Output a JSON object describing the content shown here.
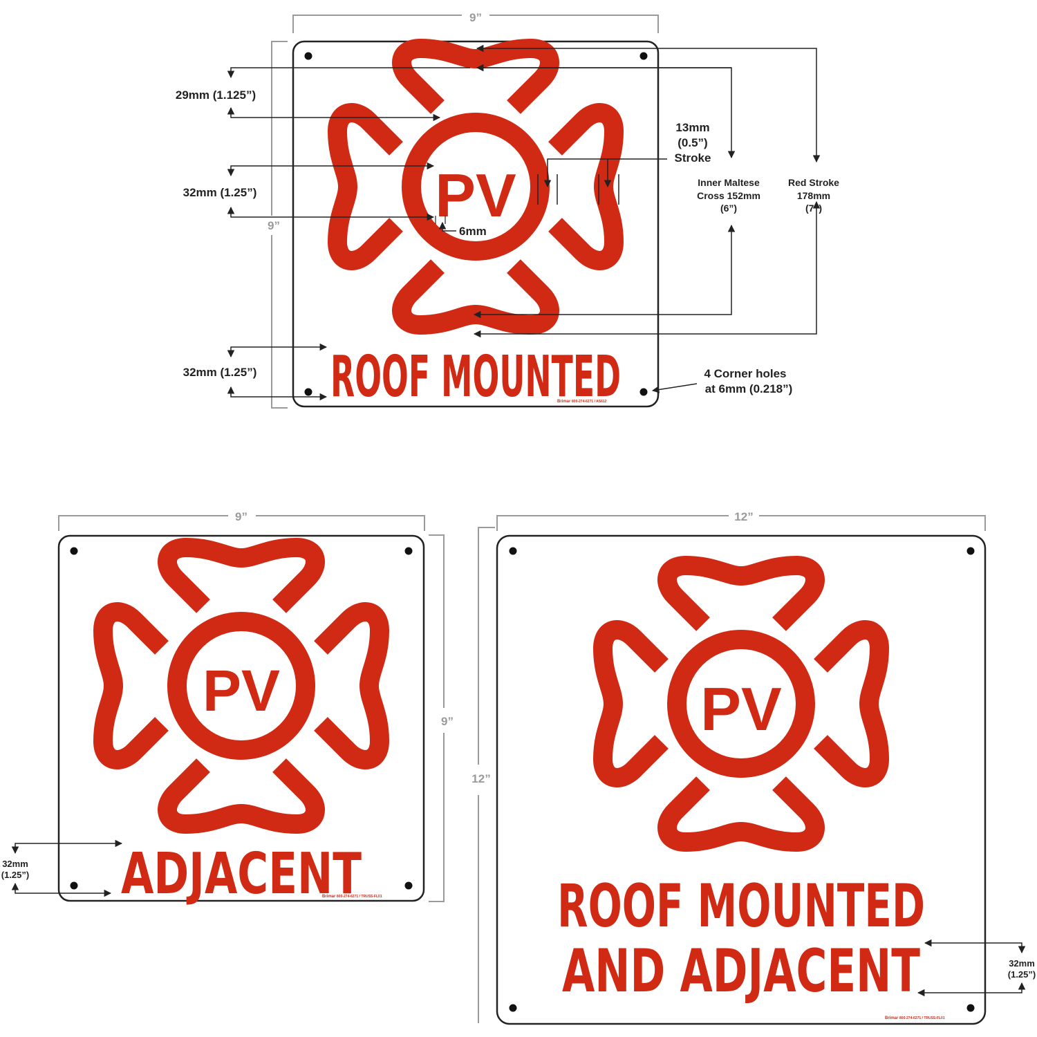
{
  "colors": {
    "sign_red": "#d12a14",
    "dimension_black": "#222222",
    "dimension_gray": "#9a9a9a",
    "sign_background": "#ffffff"
  },
  "signs": [
    {
      "id": "sign-roof-mounted",
      "width_label": "9”",
      "height_label": "9”",
      "emblem_text": "PV",
      "legend_lines": [
        "ROOF MOUNTED"
      ],
      "part_ref_brand": "Brimar",
      "part_ref": "800-274-6271 / AS612"
    },
    {
      "id": "sign-adjacent",
      "width_label": "9”",
      "height_label": "9”",
      "emblem_text": "PV",
      "legend_lines": [
        "ADJACENT"
      ],
      "part_ref_brand": "Brimar",
      "part_ref": "800-274-6271 / TRUSS-FL01"
    },
    {
      "id": "sign-roof-mounted-and-adjacent",
      "width_label": "12”",
      "height_label": "12”",
      "emblem_text": "PV",
      "legend_lines": [
        "ROOF MOUNTED",
        "AND ADJACENT"
      ],
      "part_ref_brand": "Brimar",
      "part_ref": "800-274-6271 / TRUSS-FL01"
    }
  ],
  "annotations": {
    "top_margin": "29mm (1.125”)",
    "pv_text_height": "32mm (1.25”)",
    "legend_text_height": "32mm (1.25”)",
    "pv_stroke": "6mm",
    "stroke_line1": "13mm",
    "stroke_line2": "(0.5”)",
    "stroke_line3": "Stroke",
    "inner_cross_line1": "Inner Maltese",
    "inner_cross_line2": "Cross 152mm",
    "inner_cross_line3": "(6”)",
    "red_stroke_line1": "Red Stroke",
    "red_stroke_line2": "178mm",
    "red_stroke_line3": "(7”)",
    "corner_holes_line1": "4 Corner holes",
    "corner_holes_line2": "at 6mm (0.218”)",
    "adjacent_text_line1": "32mm",
    "adjacent_text_line2": "(1.25”)",
    "combo_text_line1": "32mm",
    "combo_text_line2": "(1.25”)"
  }
}
